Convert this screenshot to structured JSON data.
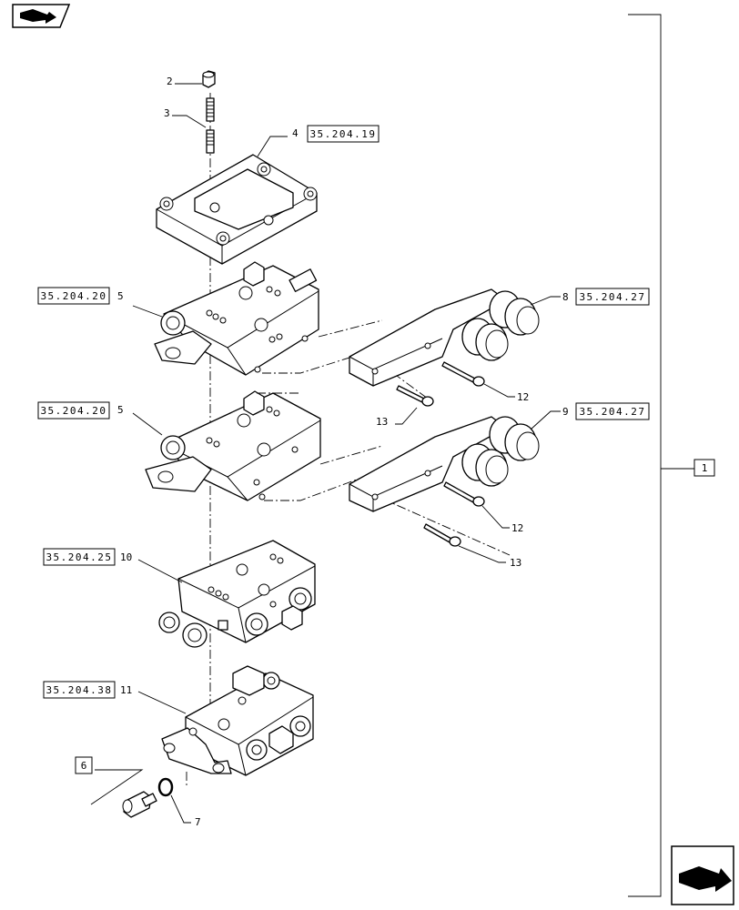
{
  "references": {
    "r4": "35.204.19",
    "r5a": "35.204.20",
    "r5b": "35.204.20",
    "r8": "35.204.27",
    "r9": "35.204.27",
    "r10": "35.204.25",
    "r11": "35.204.38"
  },
  "callouts": {
    "c2": "2",
    "c3": "3",
    "c4": "4",
    "c5a": "5",
    "c5b": "5",
    "c6": "6",
    "c7": "7",
    "c8": "8",
    "c9": "9",
    "c10": "10",
    "c11": "11",
    "c12a": "12",
    "c12b": "12",
    "c13a": "13",
    "c13b": "13",
    "assembly": "1"
  },
  "icons": {
    "top_left": "previous-page-arrow-icon",
    "bottom_right": "next-page-arrow-icon"
  }
}
